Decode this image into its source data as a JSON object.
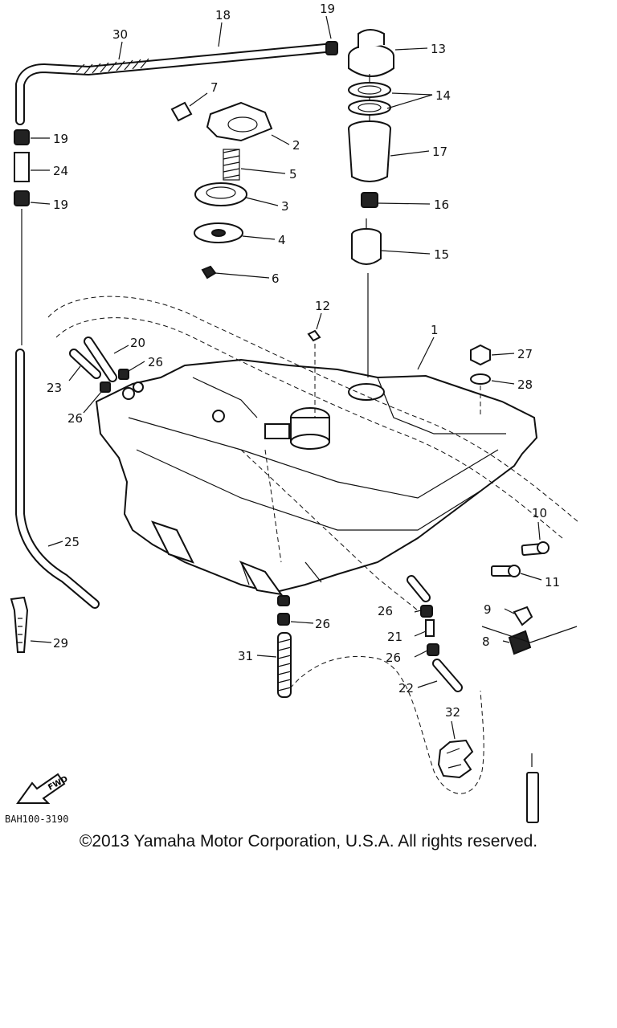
{
  "diagram": {
    "drawing_code": "BAH100-3190",
    "fwd_label": "FWD",
    "copyright": "©2013 Yamaha Motor Corporation, U.S.A. All rights reserved.",
    "callouts": [
      {
        "id": "c18",
        "label": "18"
      },
      {
        "id": "c19a",
        "label": "19"
      },
      {
        "id": "c30",
        "label": "30"
      },
      {
        "id": "c13",
        "label": "13"
      },
      {
        "id": "c19b",
        "label": "19"
      },
      {
        "id": "c24",
        "label": "24"
      },
      {
        "id": "c19c",
        "label": "19"
      },
      {
        "id": "c7",
        "label": "7"
      },
      {
        "id": "c2",
        "label": "2"
      },
      {
        "id": "c5",
        "label": "5"
      },
      {
        "id": "c3",
        "label": "3"
      },
      {
        "id": "c4",
        "label": "4"
      },
      {
        "id": "c6",
        "label": "6"
      },
      {
        "id": "c14",
        "label": "14"
      },
      {
        "id": "c17",
        "label": "17"
      },
      {
        "id": "c16",
        "label": "16"
      },
      {
        "id": "c15",
        "label": "15"
      },
      {
        "id": "c12",
        "label": "12"
      },
      {
        "id": "c1",
        "label": "1"
      },
      {
        "id": "c27",
        "label": "27"
      },
      {
        "id": "c28",
        "label": "28"
      },
      {
        "id": "c20",
        "label": "20"
      },
      {
        "id": "c26a",
        "label": "26"
      },
      {
        "id": "c23",
        "label": "23"
      },
      {
        "id": "c26b",
        "label": "26"
      },
      {
        "id": "c10",
        "label": "10"
      },
      {
        "id": "c11",
        "label": "11"
      },
      {
        "id": "c25",
        "label": "25"
      },
      {
        "id": "c26c",
        "label": "26"
      },
      {
        "id": "c9",
        "label": "9"
      },
      {
        "id": "c8",
        "label": "8"
      },
      {
        "id": "c26d",
        "label": "26"
      },
      {
        "id": "c21",
        "label": "21"
      },
      {
        "id": "c26e",
        "label": "26"
      },
      {
        "id": "c29",
        "label": "29"
      },
      {
        "id": "c31",
        "label": "31"
      },
      {
        "id": "c22",
        "label": "22"
      },
      {
        "id": "c32",
        "label": "32"
      }
    ]
  }
}
